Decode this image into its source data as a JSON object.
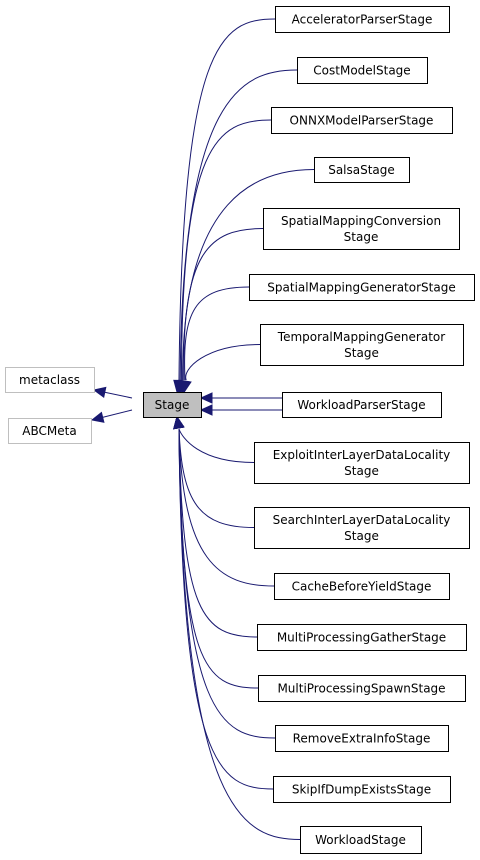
{
  "diagram": {
    "focus": "Stage",
    "bases": [
      "metaclass",
      "ABCMeta"
    ],
    "derived": [
      [
        "AcceleratorParserStage"
      ],
      [
        "CostModelStage"
      ],
      [
        "ONNXModelParserStage"
      ],
      [
        "SalsaStage"
      ],
      [
        "SpatialMappingConversion",
        "Stage"
      ],
      [
        "SpatialMappingGeneratorStage"
      ],
      [
        "TemporalMappingGenerator",
        "Stage"
      ],
      [
        "WorkloadParserStage"
      ],
      [
        "ExploitInterLayerDataLocality",
        "Stage"
      ],
      [
        "SearchInterLayerDataLocality",
        "Stage"
      ],
      [
        "CacheBeforeYieldStage"
      ],
      [
        "MultiProcessingGatherStage"
      ],
      [
        "MultiProcessingSpawnStage"
      ],
      [
        "RemoveExtraInfoStage"
      ],
      [
        "SkipIfDumpExistsStage"
      ],
      [
        "WorkloadStage"
      ]
    ],
    "colors": {
      "edge": "#191970",
      "focus_fill": "#bfbfbf",
      "external_border": "#bfbfbf",
      "node_border": "#000000"
    }
  }
}
